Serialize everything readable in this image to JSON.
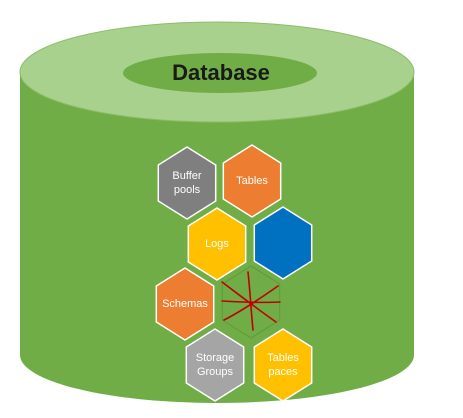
{
  "title": "Database",
  "colors": {
    "cylinder_body": "#70ad47",
    "cylinder_top": "#a9d18e",
    "title_ellipse": "#70ad47",
    "orange": "#ed7d31",
    "gray": "#a5a5a5",
    "dark_gray": "#7f7f7f",
    "gold": "#ffc000",
    "blue": "#0070c0",
    "cross_mark": "#c00000"
  },
  "hexagons": [
    {
      "id": "buffer-pools",
      "lines": [
        "Buffer",
        "pools"
      ],
      "color": "#7f7f7f",
      "text_color": "#ffffff"
    },
    {
      "id": "tables",
      "lines": [
        "Tables"
      ],
      "color": "#ed7d31",
      "text_color": "#ffffff"
    },
    {
      "id": "logs",
      "lines": [
        "Logs"
      ],
      "color": "#ffc000",
      "text_color": "#ffffff"
    },
    {
      "id": "blue",
      "lines": [],
      "color": "#0070c0",
      "text_color": "#ffffff"
    },
    {
      "id": "schemas",
      "lines": [
        "Schemas"
      ],
      "color": "#ed7d31",
      "text_color": "#ffffff"
    },
    {
      "id": "empty-crossed",
      "lines": [],
      "color": "none",
      "text_color": "#ffffff"
    },
    {
      "id": "storage-groups",
      "lines": [
        "Storage",
        "Groups"
      ],
      "color": "#a5a5a5",
      "text_color": "#ffffff"
    },
    {
      "id": "tablespaces",
      "lines": [
        "Tables",
        "paces"
      ],
      "color": "#ffc000",
      "text_color": "#ffffff"
    }
  ]
}
